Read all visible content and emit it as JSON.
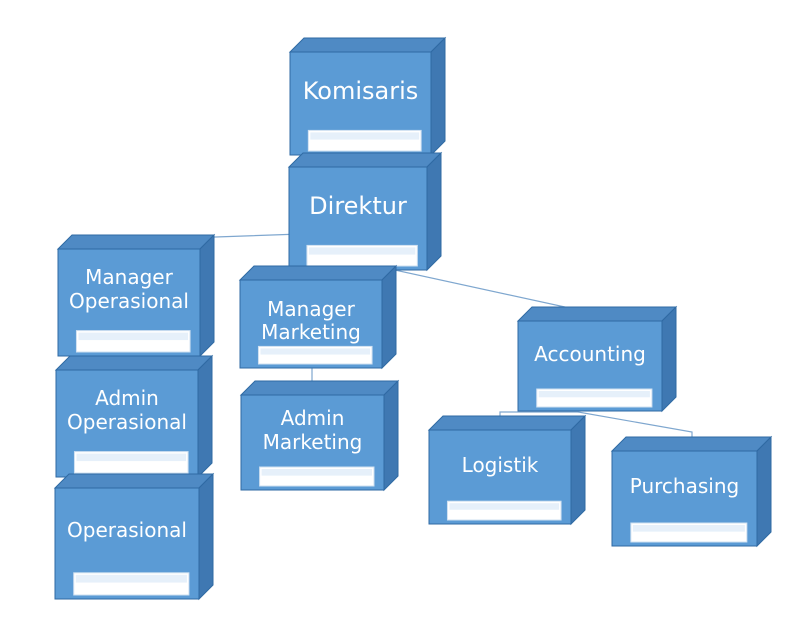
{
  "colors": {
    "front": "#5b9bd5",
    "top": "#4f8ac4",
    "side": "#3f78b2",
    "edge": "#2f6aa3",
    "text_box": "#ffffff",
    "connector": "#7fa7cf"
  },
  "nodes": {
    "komisaris": {
      "label": "Komisaris"
    },
    "direktur": {
      "label": "Direktur"
    },
    "manager_operasional": {
      "label": "Manager\nOperasional"
    },
    "manager_marketing": {
      "label": "Manager\nMarketing"
    },
    "accounting": {
      "label": "Accounting"
    },
    "admin_operasional": {
      "label": "Admin\nOperasional"
    },
    "admin_marketing": {
      "label": "Admin\nMarketing"
    },
    "operasional": {
      "label": "Operasional"
    },
    "logistik": {
      "label": "Logistik"
    },
    "purchasing": {
      "label": "Purchasing"
    }
  }
}
